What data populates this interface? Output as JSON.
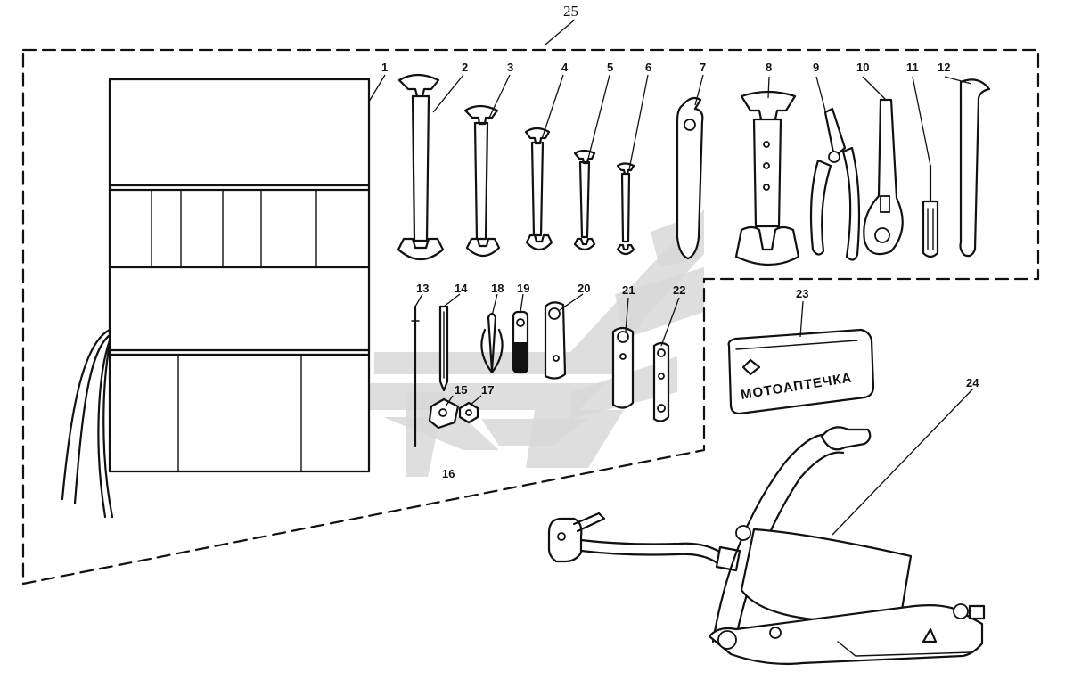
{
  "labels": {
    "l1": "1",
    "l2": "2",
    "l3": "3",
    "l4": "4",
    "l5": "5",
    "l6": "6",
    "l7": "7",
    "l8": "8",
    "l9": "9",
    "l10": "10",
    "l11": "11",
    "l12": "12",
    "l13": "13",
    "l14": "14",
    "l15": "15",
    "l16": "16",
    "l17": "17",
    "l18": "18",
    "l19": "19",
    "l20": "20",
    "l21": "21",
    "l22": "22",
    "l23": "23",
    "l24": "24",
    "l25": "25"
  },
  "first_aid_kit_text": "МОТОАПТЕЧКА"
}
